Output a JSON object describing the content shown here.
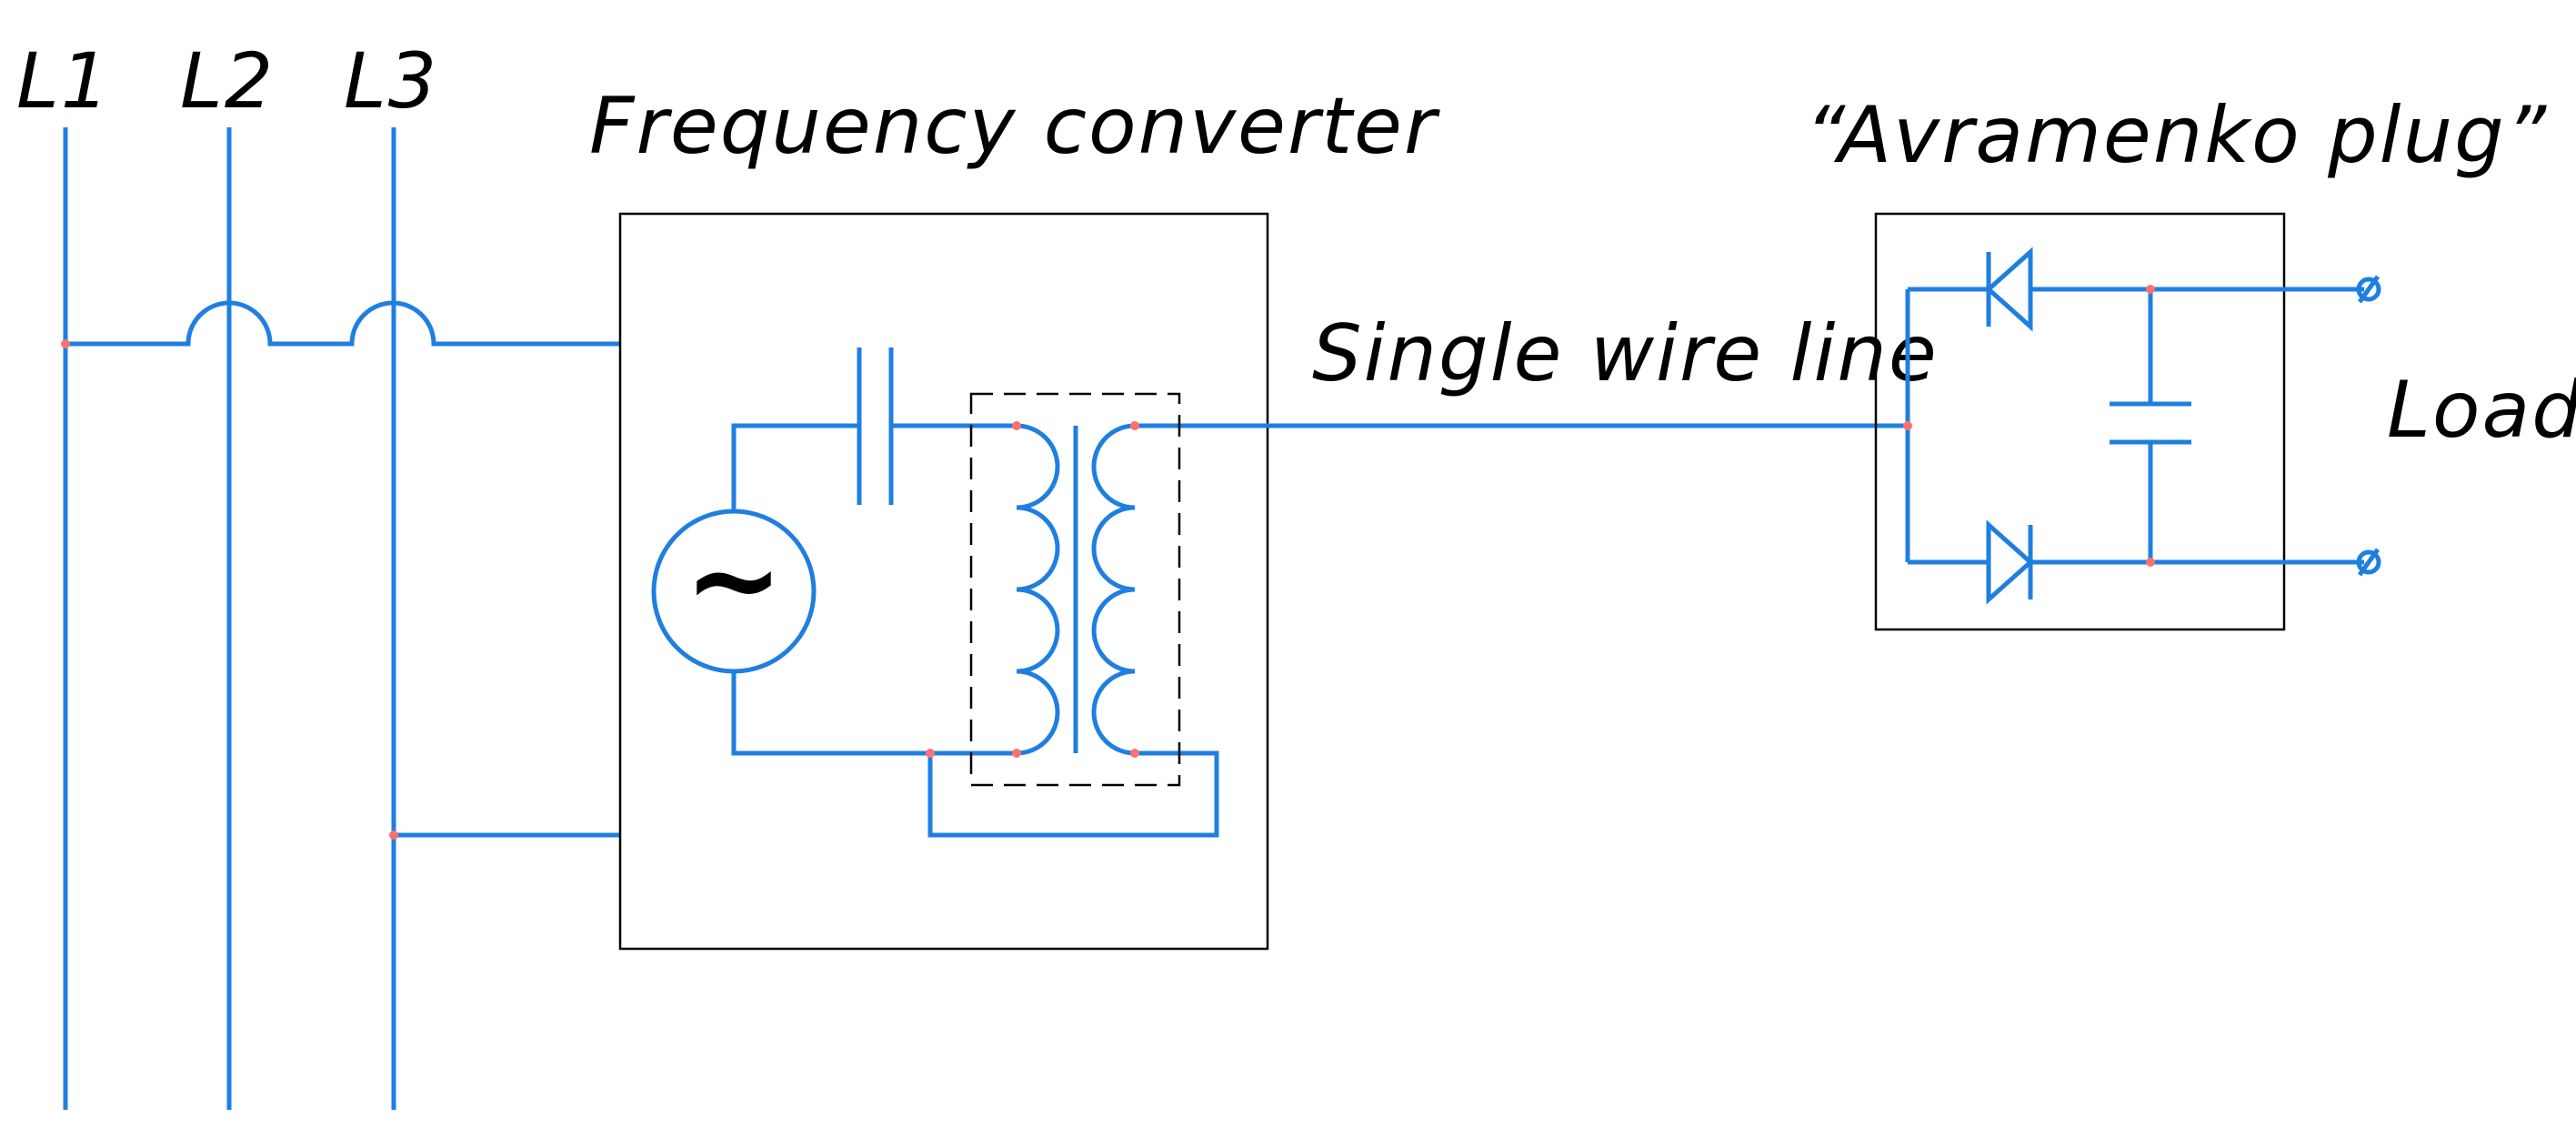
{
  "labels": {
    "L1": "L1",
    "L2": "L2",
    "L3": "L3",
    "frequency_converter": "Frequency converter",
    "avramenko_plug": "“Avramenko plug”",
    "single_wire_line": "Single wire line",
    "load": "Load"
  },
  "generator_symbol": "~",
  "colors": {
    "wire": "#1f7fe0",
    "box": "#000000",
    "junction": "#ff7070",
    "dashed_core": "#000000"
  }
}
